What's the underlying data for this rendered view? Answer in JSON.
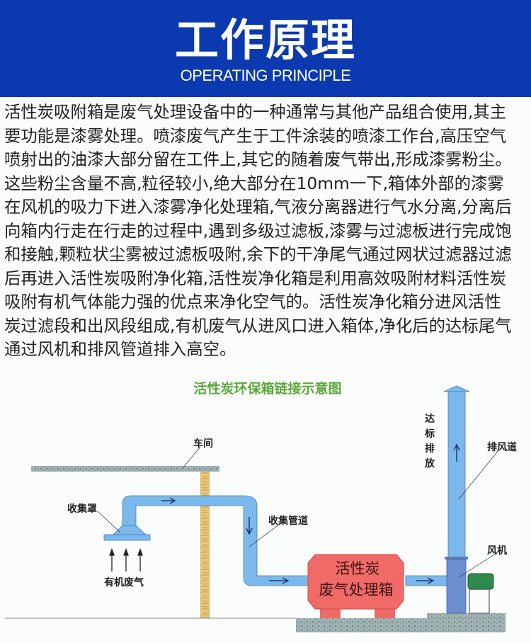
{
  "header": {
    "title": "工作原理",
    "subtitle": "OPERATING PRINCIPLE"
  },
  "description_lines": [
    "活性炭吸附箱是废气处理设备中的一种通常与其他产品组合使用,其主",
    "要功能是漆雾处理。喷漆废气产生于工件涂装的喷漆工作台,高压空气",
    "喷射出的油漆大部分留在工件上,其它的随着废气带出,形成漆雾粉尘。",
    "这些粉尘含量不高,粒径较小,绝大部分在10mm一下,箱体外部的漆雾",
    "在风机的吸力下进入漆雾净化处理箱,气液分离器进行气水分离,分离后",
    "向箱内行走在行走的过程中,遇到多级过滤板,漆雾与过滤板进行完成饱",
    "和接触,颗粒状尘雾被过滤板吸附,余下的干净尾气通过网状过滤器过滤",
    "后再进入活性炭吸附净化箱,活性炭净化箱是利用高效吸附材料活性炭",
    "吸附有机气体能力强的优点来净化空气的。活性炭净化箱分进风活性",
    "炭过滤段和出风段组成,有机废气从进风口进入箱体,净化后的达标尾气",
    "通过风机和排风管道排入高空。"
  ],
  "diagram": {
    "title": "活性炭环保箱链接示意图",
    "labels": {
      "workshop": "车间",
      "hood": "收集罩",
      "duct": "收集管道",
      "organic_gas": "有机废气",
      "box_line1": "活性炭",
      "box_line2": "废气处理箱",
      "discharge": [
        "达",
        "标",
        "排",
        "放"
      ],
      "exhaust_pipe": "排风道",
      "fan": "风机"
    }
  },
  "colors": {
    "header_bg": "#0b39af",
    "diagram_title": "#5aa83a",
    "pipe": "#7db8ec",
    "box": "#f06a68"
  }
}
